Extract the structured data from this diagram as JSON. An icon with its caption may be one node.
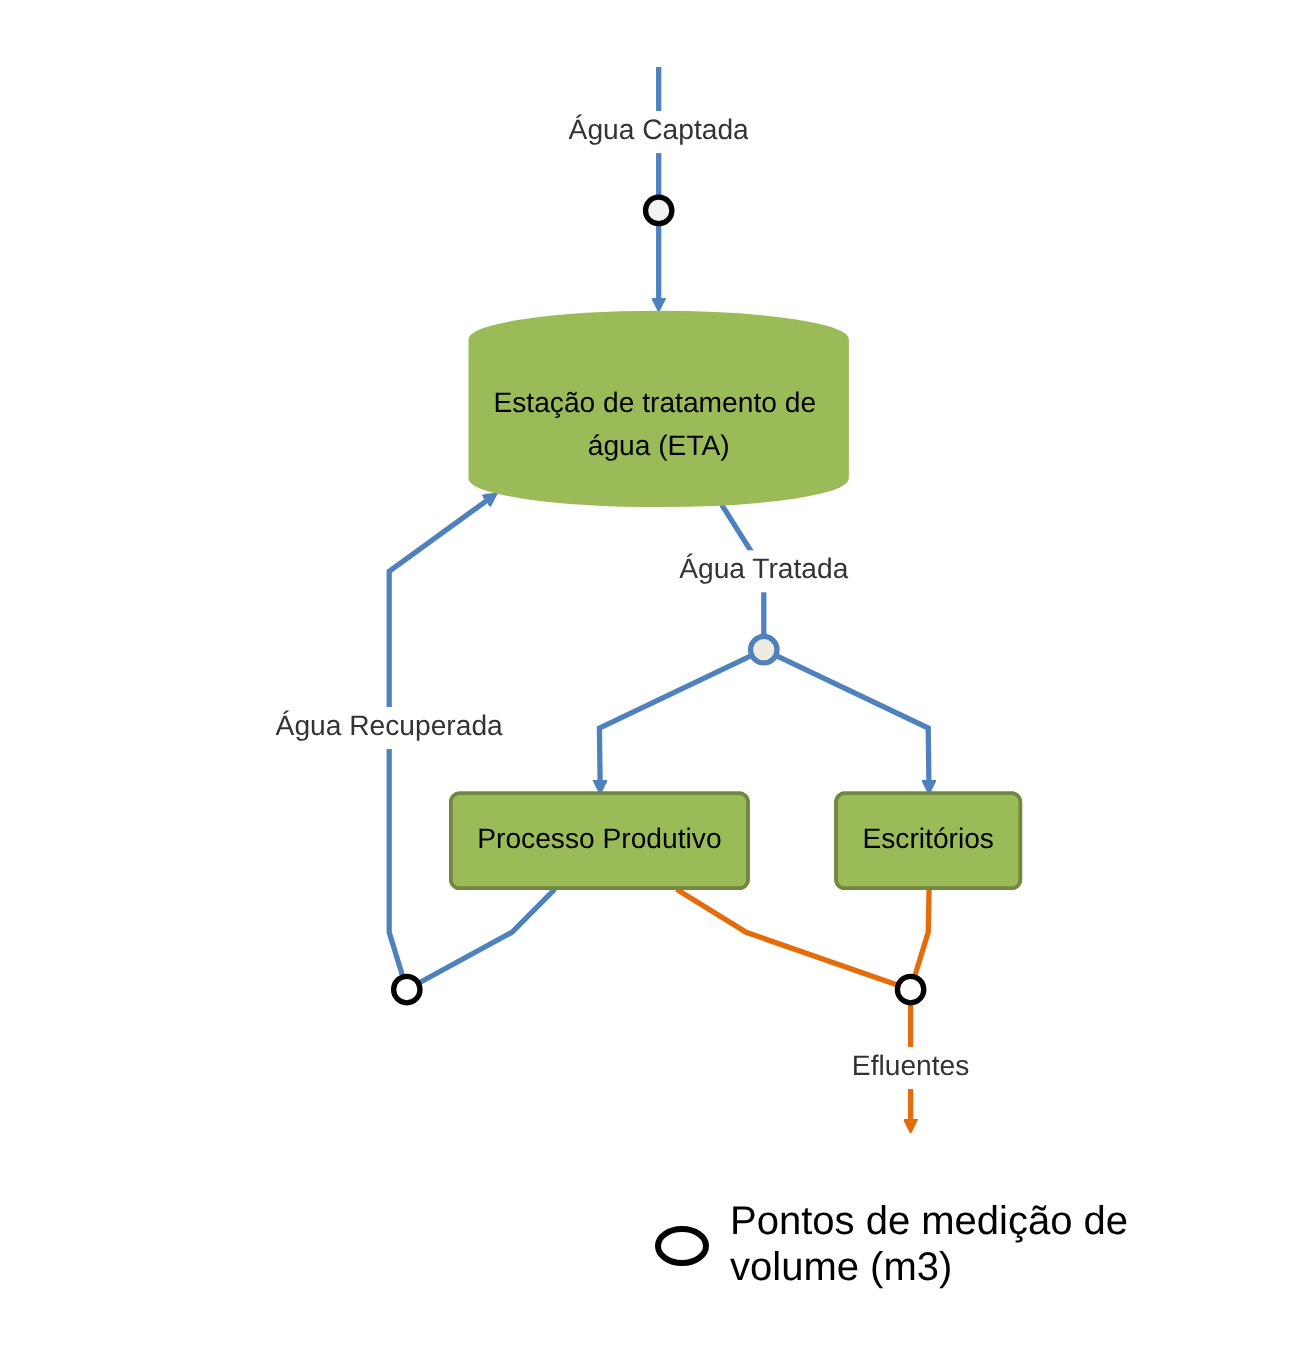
{
  "diagram": {
    "nodes": [
      {
        "text": [],
        "shape": "circle"
      },
      {
        "text": [
          "Estação de tratamento de água (ETA)"
        ]
      },
      {
        "text": [],
        "shape": "circle"
      },
      {
        "text": [],
        "shape": "circle"
      },
      {
        "text": [
          "Escritórios"
        ]
      },
      {
        "text": [
          "Processo Produtivo"
        ]
      },
      {
        "text": [],
        "shape": "circle"
      }
    ],
    "edges": [
      {
        "from": null,
        "to": 0,
        "arrow": "none",
        "label": "Água Captada"
      },
      {
        "from": 0,
        "to": 1,
        "arrow": "to"
      },
      {
        "from": 5,
        "to": 2,
        "arrow": "none"
      },
      {
        "from": 2,
        "to": 1,
        "arrow": "to",
        "label": "Água Recuperada"
      },
      {
        "from": 1,
        "to": 3,
        "arrow": "none",
        "label": "Água Tratada"
      },
      {
        "from": 3,
        "to": 4,
        "arrow": "to"
      },
      {
        "from": 3,
        "to": 5,
        "arrow": "to"
      },
      {
        "from": 4,
        "to": 6,
        "arrow": "none",
        "color": "#e46c0a"
      },
      {
        "from": 5,
        "to": 6,
        "arrow": "none",
        "color": "#e46c0a"
      },
      {
        "from": 6,
        "to": null,
        "arrow": "to",
        "label": "Efluentes",
        "color": "#e46c0a"
      }
    ],
    "legend": [
      {
        "text": "Pontos de medição de volume (m3)"
      }
    ]
  }
}
